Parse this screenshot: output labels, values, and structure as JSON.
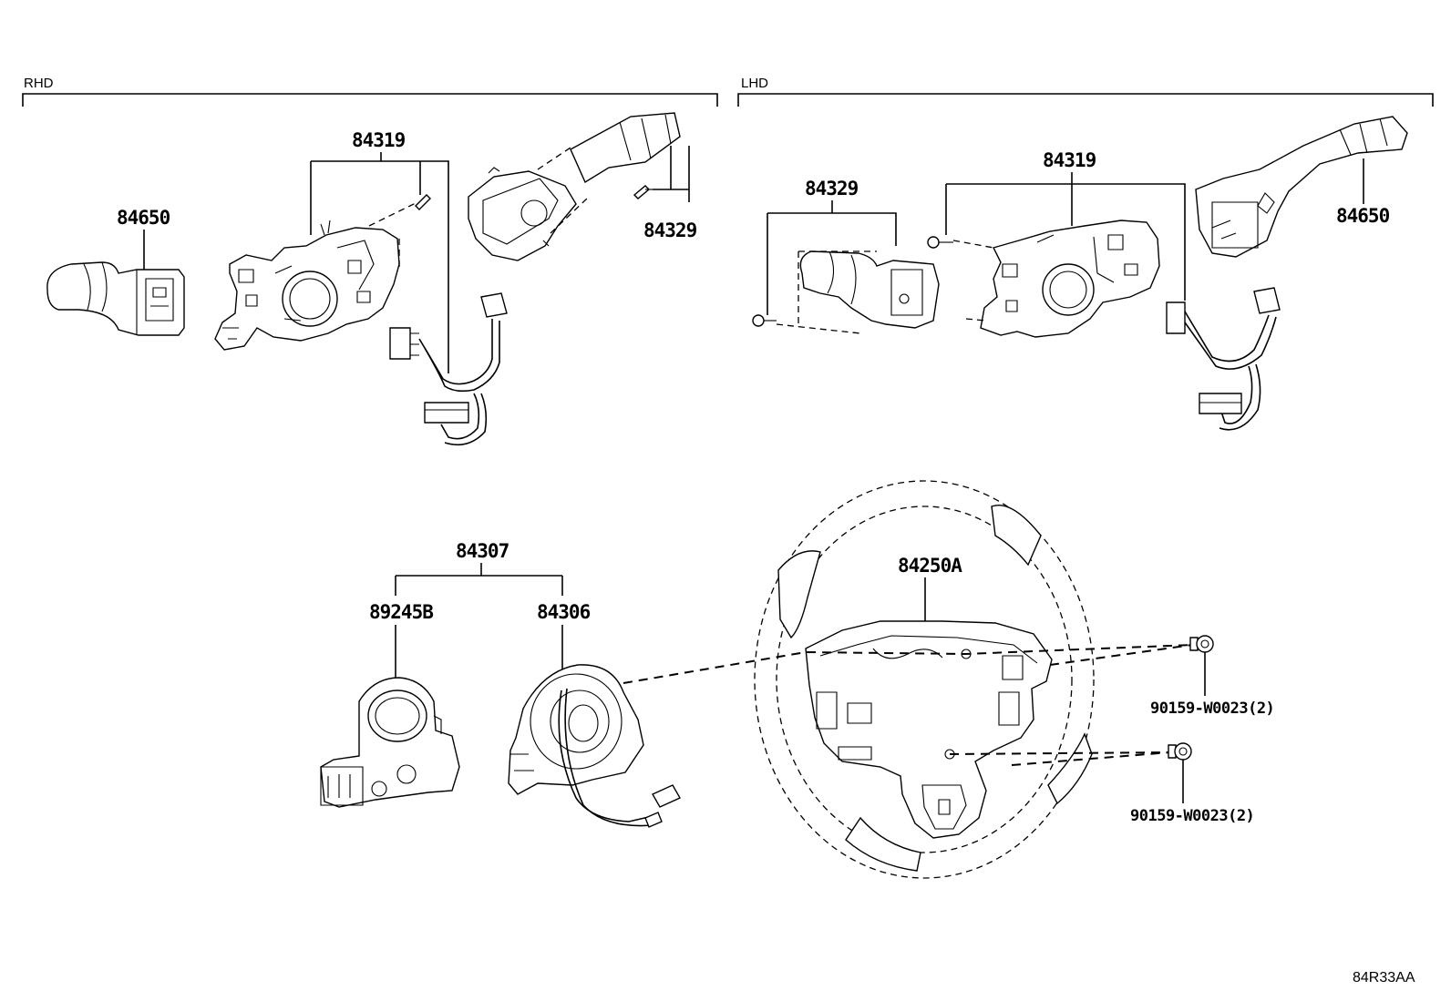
{
  "sections": {
    "rhd": "RHD",
    "lhd": "LHD"
  },
  "parts": {
    "rhd_84319": "84319",
    "rhd_84650": "84650",
    "rhd_84329": "84329",
    "lhd_84329": "84329",
    "lhd_84319": "84319",
    "lhd_84650": "84650",
    "p84307": "84307",
    "p89245B": "89245B",
    "p84306": "84306",
    "p84250A": "84250A",
    "bolt_upper": "90159-W0023(2)",
    "bolt_lower": "90159-W0023(2)"
  },
  "diagram_code": "84R33AA"
}
